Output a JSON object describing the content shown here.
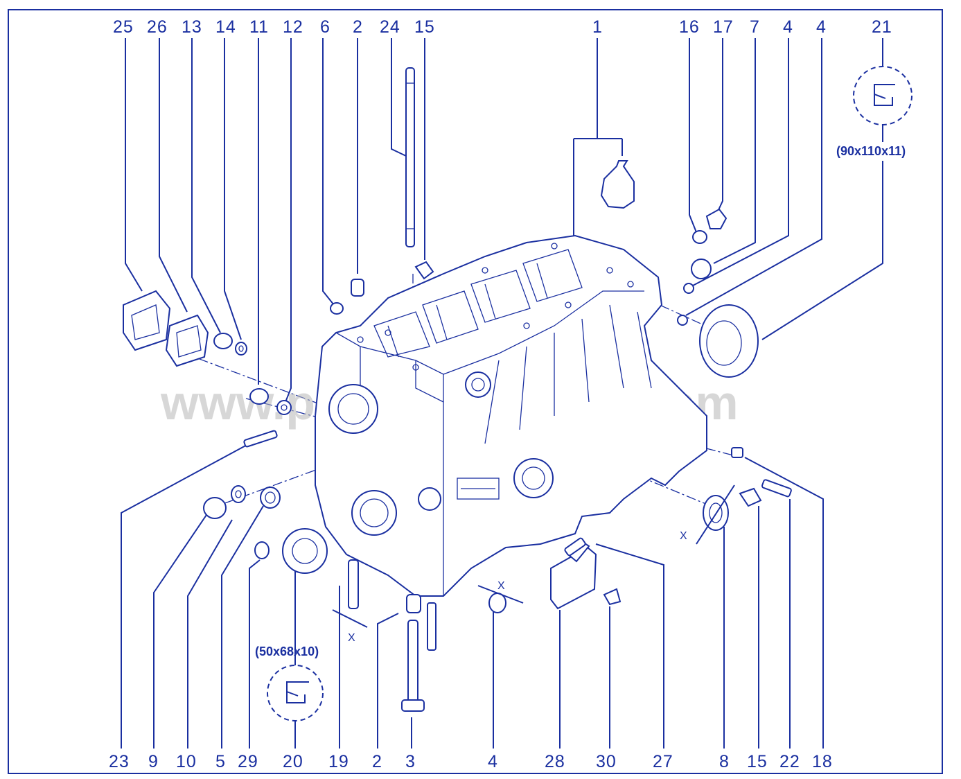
{
  "top_labels": [
    "25",
    "26",
    "13",
    "14",
    "11",
    "12",
    "6",
    "2",
    "24",
    "15",
    "1",
    "16",
    "17",
    "7",
    "4",
    "4",
    "21"
  ],
  "bottom_labels": [
    "23",
    "9",
    "10",
    "5",
    "29",
    "20",
    "19",
    "2",
    "3",
    "4",
    "28",
    "30",
    "27",
    "8",
    "15",
    "22",
    "18"
  ],
  "seal_large_dim": "(90x110x11)",
  "seal_small_dim": "(50x68x10)",
  "x_marker": "X",
  "watermark": "www.partsnosa&ent.com",
  "colors": {
    "line": "#1a2fa0",
    "watermark": "#b8b8b8",
    "background": "#ffffff"
  }
}
